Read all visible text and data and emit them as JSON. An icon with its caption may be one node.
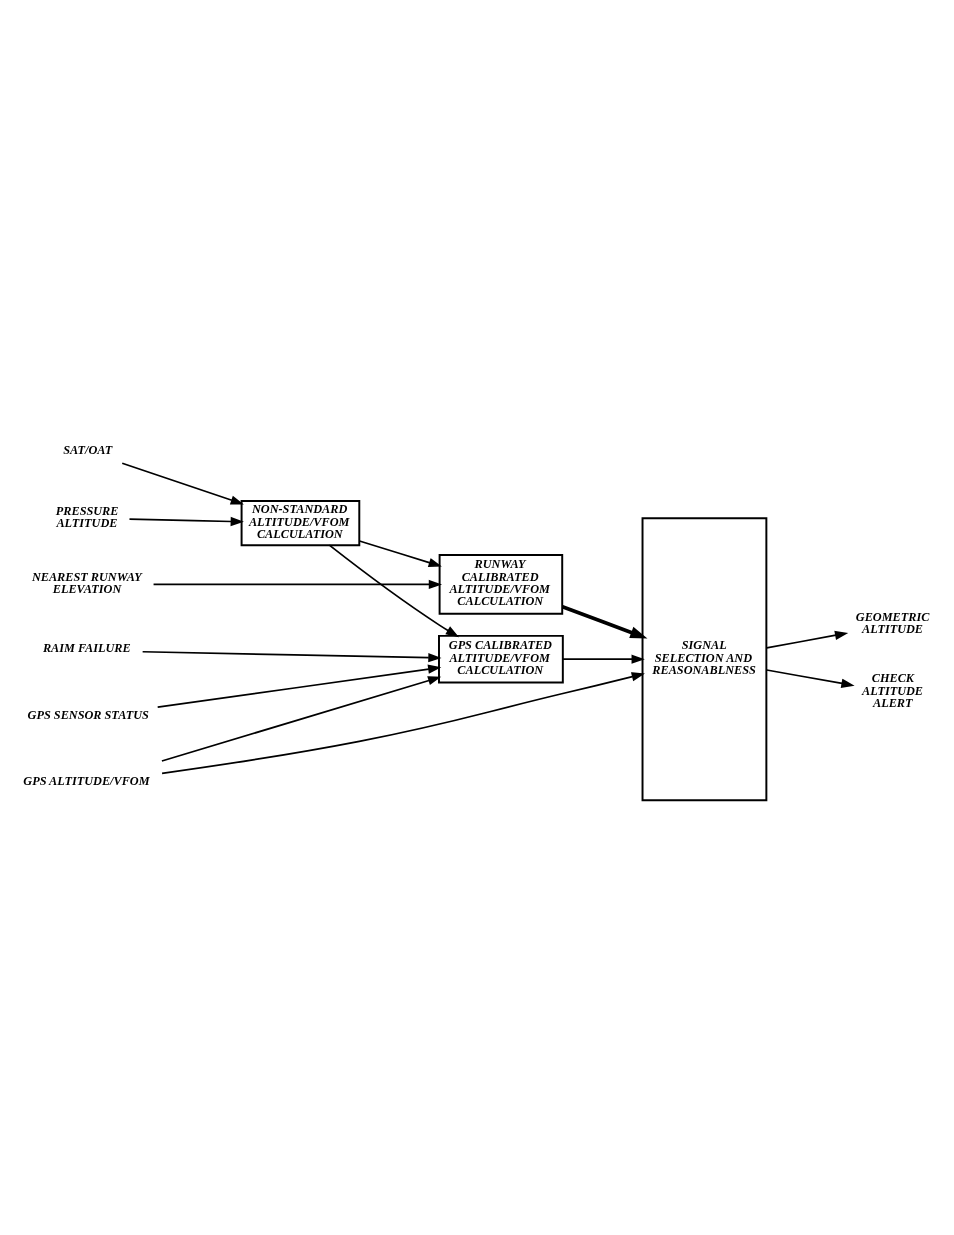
{
  "diagram": {
    "nodes": [
      {
        "text": [
          "SAT/OAT"
        ]
      },
      {
        "text": [
          "PRESSURE ALTITUDE"
        ]
      },
      {
        "text": [
          "NON-STANDARD ALTITUDE/VFOM CALCULATION"
        ]
      },
      {
        "text": [
          "NEAREST RUNWAY ELEVATION"
        ]
      },
      {
        "text": [
          "RUNWAY CALIBRATED ALTITUDE/VFOM CALCULATION"
        ]
      },
      {
        "text": [
          "RAIM FAILURE"
        ]
      },
      {
        "text": [
          "GPS SENSOR STATUS"
        ]
      },
      {
        "text": [
          "GPS ALTITUDE/VFOM"
        ]
      },
      {
        "text": [
          "GPS CALIBRATED ALTITUDE/VFOM CALCULATION"
        ]
      },
      {
        "text": [
          "SIGNAL SELECTION AND REASONABLNESS"
        ]
      },
      {
        "text": [
          "GEOMETRIC ALTITUDE"
        ]
      },
      {
        "text": [
          "CHECK ALTITUDE ALERT"
        ]
      }
    ],
    "edges": [
      {
        "from": 0,
        "to": 2,
        "arrow": "to"
      },
      {
        "from": 1,
        "to": 2,
        "arrow": "to"
      },
      {
        "from": 2,
        "to": 4,
        "arrow": "to"
      },
      {
        "from": 2,
        "to": 8,
        "arrow": "to"
      },
      {
        "from": 3,
        "to": 4,
        "arrow": "to"
      },
      {
        "from": 5,
        "to": 8,
        "arrow": "to"
      },
      {
        "from": 6,
        "to": 8,
        "arrow": "to"
      },
      {
        "from": 7,
        "to": 8,
        "arrow": "to"
      },
      {
        "from": 7,
        "to": 9,
        "arrow": "to"
      },
      {
        "from": 4,
        "to": 9,
        "arrow": "to",
        "style": "thick"
      },
      {
        "from": 8,
        "to": 9,
        "arrow": "to"
      },
      {
        "from": 9,
        "to": 10,
        "arrow": "to"
      },
      {
        "from": 9,
        "to": 11,
        "arrow": "to"
      }
    ]
  }
}
